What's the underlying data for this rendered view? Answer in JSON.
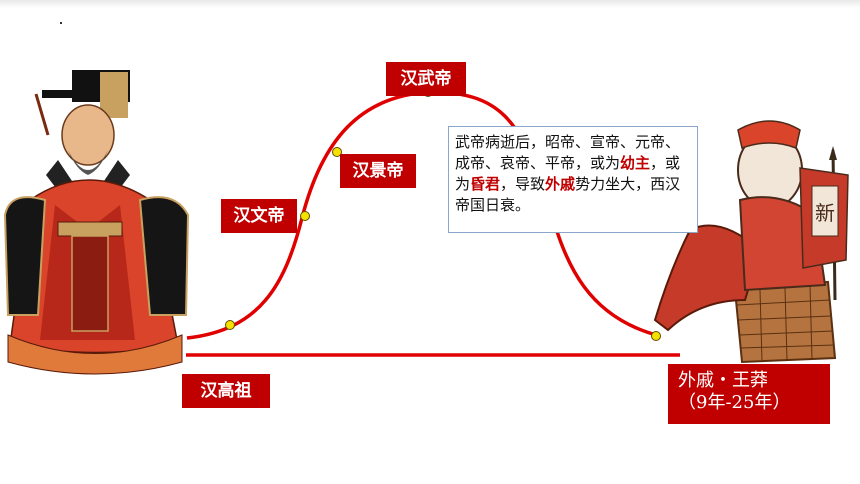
{
  "labels": {
    "gaozu": "汉高祖",
    "wendi": "汉文帝",
    "jingdi": "汉景帝",
    "wudi": "汉武帝"
  },
  "wangmang": {
    "line1": "外戚・王莽",
    "line2": "（9年-25年）"
  },
  "note": {
    "p1": "武帝病逝后，昭帝、宣帝、元帝、成帝、哀帝、平帝，或为",
    "hl1": "幼主",
    "p2": "，或为",
    "hl2": "昏君",
    "p3": "，导致",
    "hl3": "外戚",
    "p4": "势力坐大，西汉帝国日衰。"
  },
  "colors": {
    "accent": "#c00000",
    "curve": "#e00000",
    "point": "#f5e000"
  },
  "figures": {
    "left": "emperor-figure",
    "right": "wangmang-caricature",
    "banner_glyph": "新"
  }
}
